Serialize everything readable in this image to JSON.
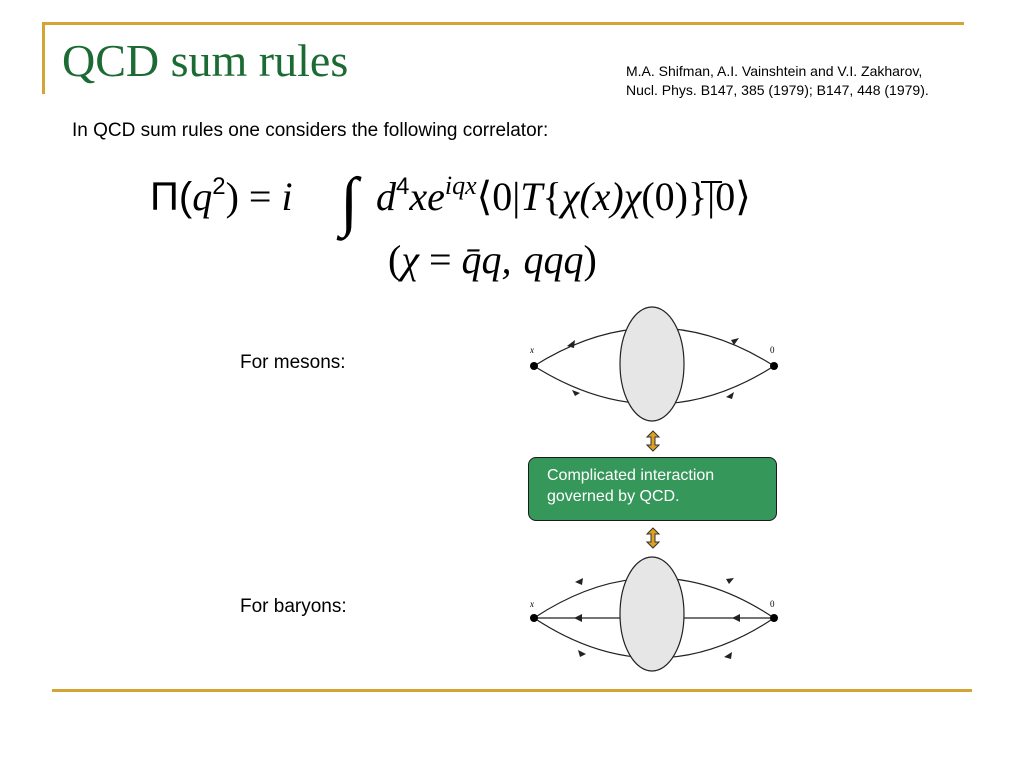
{
  "slide": {
    "title": "QCD sum rules",
    "citation": {
      "line1": "M.A. Shifman, A.I. Vainshtein and V.I. Zakharov,",
      "line2": "Nucl. Phys. B147, 385 (1979); B147, 448 (1979)."
    },
    "intro": "In QCD sum rules one considers the following correlator:",
    "formula": {
      "lhs_pi": "Π(",
      "q": "q",
      "sq": "2",
      "close": ") = ",
      "i": "i",
      "integral": "∫",
      "d": "d",
      "four": "4",
      "xe": "xe",
      "iqx": "iqx",
      "bra": "⟨0|",
      "T": "T",
      "brace_open": "{",
      "chi": "χ",
      "of_x": "(x)",
      "chibar": "χ",
      "zero_paren": "(0)",
      "tail": "}|0⟩",
      "line2_open": "(",
      "line2_chi": "χ",
      "line2_eq": " = ",
      "line2_qbar": "q̄q,",
      "line2_qqq": "qqq",
      "line2_close": ")"
    },
    "mesons_label": "For mesons:",
    "baryons_label": "For baryons:",
    "qcd_box": {
      "line1": "Complicated interaction",
      "line2": "governed by QCD."
    },
    "diagram_labels": {
      "meson_x": "x",
      "meson_0": "0",
      "baryon_x": "x",
      "baryon_0": "0"
    }
  },
  "colors": {
    "title": "#1d6b34",
    "accent": "#d4a534",
    "qcd_box": "#35975a",
    "arrow": "#e0a020",
    "blob": "#e6e6e6"
  }
}
